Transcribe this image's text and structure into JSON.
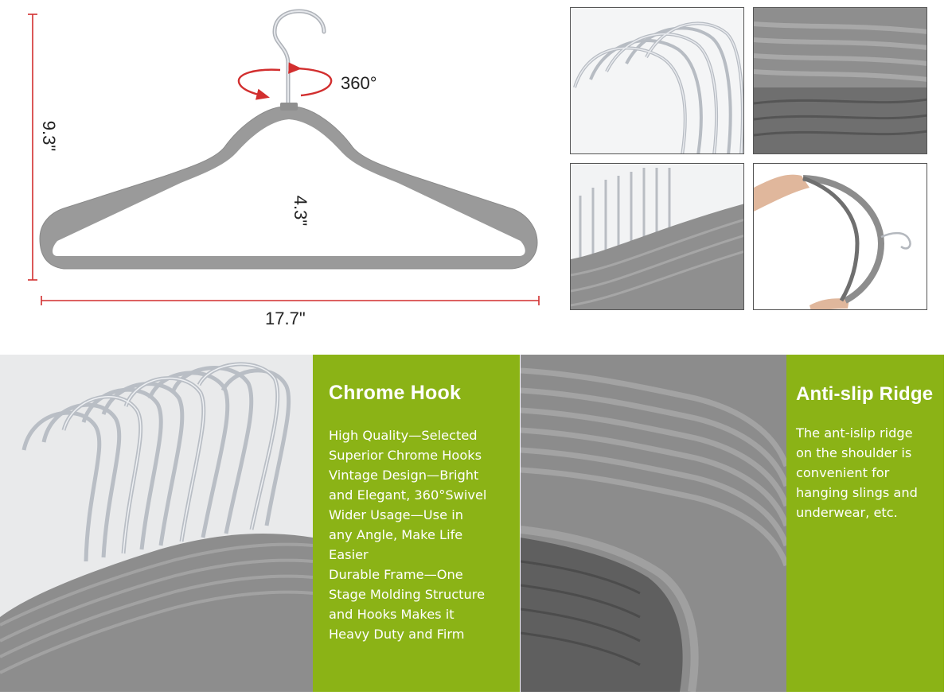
{
  "dimensions": {
    "height_label": "9.3\"",
    "inner_height_label": "4.3\"",
    "width_label": "17.7\"",
    "rotation_label": "360°"
  },
  "features": [
    {
      "title": "Chrome Hook",
      "lines": [
        "High Quality—Selected",
        "Superior Chrome Hooks",
        "Vintage Design—Bright",
        "and Elegant, 360°Swivel",
        "Wider Usage—Use in",
        "any Angle, Make Life",
        "Easier",
        "Durable Frame—One",
        "Stage Molding Structure",
        "and Hooks Makes it",
        "Heavy Duty and Firm"
      ]
    },
    {
      "title": "Anti-slip Ridge",
      "lines": [
        "The ant-islip ridge",
        "on the shoulder is",
        "convenient for",
        "hanging slings and",
        "underwear, etc."
      ]
    }
  ],
  "colors": {
    "accent_green": "#8bb316",
    "hanger_gray": "#9a9a9a",
    "dimension_red": "#d22f2f",
    "chrome": "#c8ccd2"
  }
}
